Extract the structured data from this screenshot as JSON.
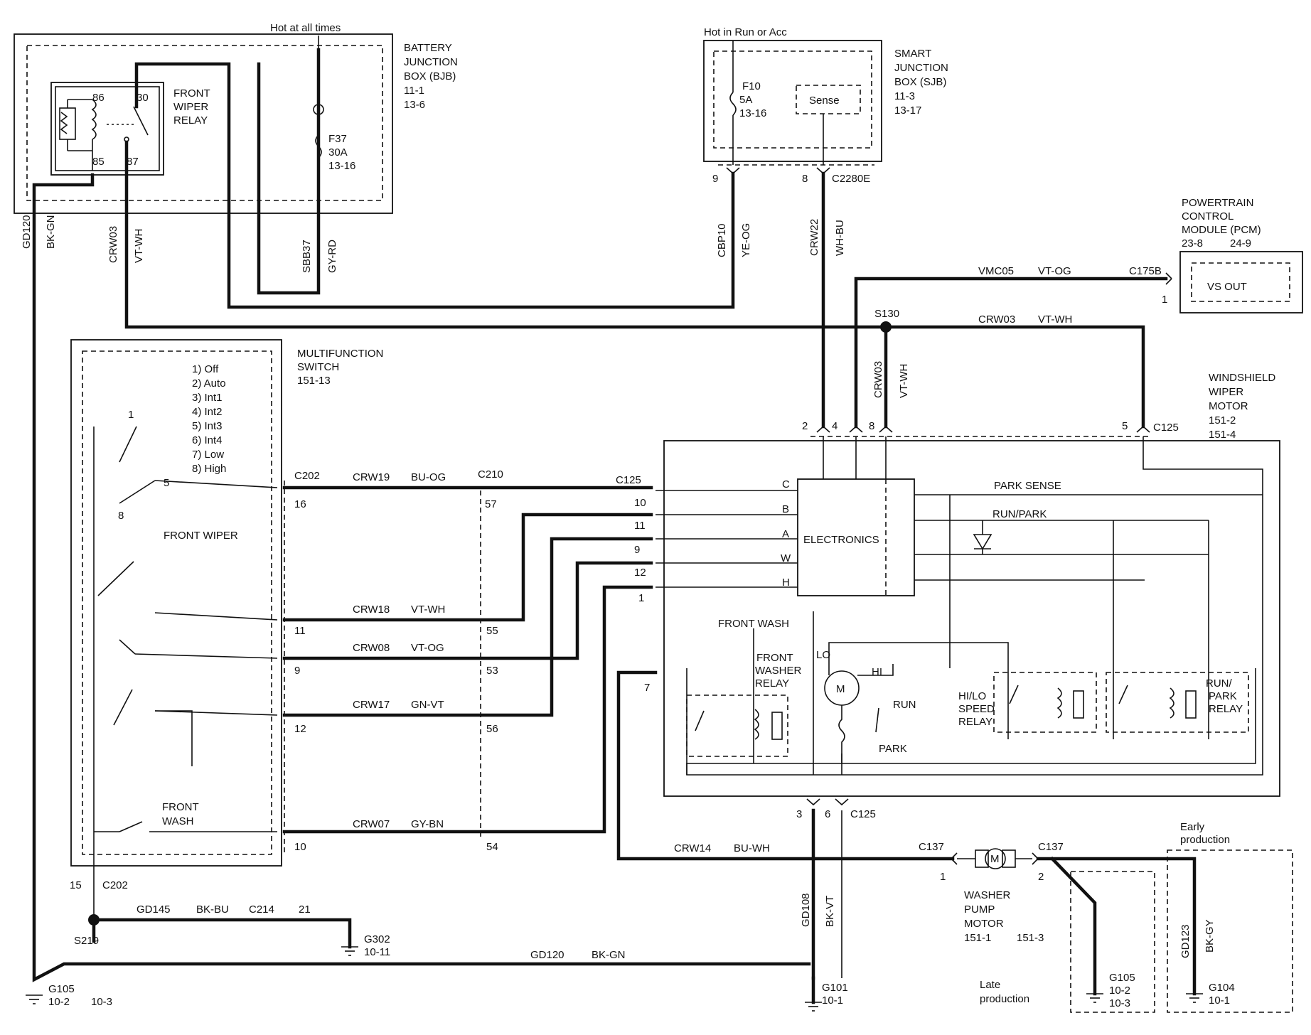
{
  "labels": {
    "hot_always": "Hot at all times",
    "hot_run": "Hot in Run or Acc",
    "bjb": [
      "BATTERY",
      "JUNCTION",
      "BOX (BJB)",
      "11-1",
      "13-6"
    ],
    "sjb": [
      "SMART",
      "JUNCTION",
      "BOX (SJB)",
      "11-3",
      "13-17"
    ],
    "pcm": [
      "POWERTRAIN",
      "CONTROL",
      "MODULE (PCM)"
    ],
    "pcm_refs": [
      "23-8",
      "24-9"
    ],
    "vs_out": "VS OUT",
    "relay": [
      "FRONT",
      "WIPER",
      "RELAY"
    ],
    "relay_pins": [
      "86",
      "30",
      "85",
      "87"
    ],
    "f37": [
      "F37",
      "30A",
      "13-16"
    ],
    "f10": [
      "F10",
      "5A",
      "13-16"
    ],
    "sense": "Sense",
    "mfs": [
      "MULTIFUNCTION",
      "SWITCH",
      "151-13"
    ],
    "modes": [
      "1) Off",
      "2) Auto",
      "3) Int1",
      "4) Int2",
      "5) Int3",
      "6) Int4",
      "7) Low",
      "8) High"
    ],
    "front_wiper": "FRONT WIPER",
    "front_wash": [
      "FRONT",
      "WASH"
    ],
    "wwm": [
      "WINDSHIELD",
      "WIPER",
      "MOTOR",
      "151-2",
      "151-4"
    ],
    "electronics": "ELECTRONICS",
    "park_sense": "PARK SENSE",
    "run_park": "RUN/PARK",
    "front_wash_int": "FRONT WASH",
    "fw_relay": [
      "FRONT",
      "WASHER",
      "RELAY"
    ],
    "hilo": [
      "HI/LO",
      "SPEED",
      "RELAY"
    ],
    "rp_relay": [
      "RUN/",
      "PARK",
      "RELAY"
    ],
    "motor": "M",
    "lo": "LO",
    "hi": "HI",
    "run": "RUN",
    "park": "PARK",
    "washer_pump": [
      "WASHER",
      "PUMP",
      "MOTOR",
      "151-1",
      "151-3"
    ],
    "early": [
      "Early",
      "production"
    ],
    "late": [
      "Late",
      "production"
    ],
    "connectors": {
      "c2280e": "C2280E",
      "c175b": "C175B",
      "s130": "S130",
      "c125": "C125",
      "c202": "C202",
      "c210": "C210",
      "s219": "S219",
      "c214": "C214",
      "c137": "C137"
    },
    "grounds": {
      "g302": [
        "G302",
        "10-11"
      ],
      "g105": [
        "G105",
        "10-2",
        "10-3"
      ],
      "g101": [
        "G101",
        "10-1"
      ],
      "g105b": [
        "G105",
        "10-2",
        "10-3"
      ],
      "g104": [
        "G104",
        "10-1"
      ]
    },
    "internal_pins": [
      "C",
      "B",
      "A",
      "W",
      "H"
    ]
  },
  "wires": {
    "gd120": "GD120",
    "bk_gn": "BK-GN",
    "crw03": "CRW03",
    "vt_wh": "VT-WH",
    "sbb37": "SBB37",
    "gy_rd": "GY-RD",
    "cbp10": "CBP10",
    "ye_og": "YE-OG",
    "crw22": "CRW22",
    "wh_bu": "WH-BU",
    "vmc05": "VMC05",
    "vt_og": "VT-OG",
    "crw19": "CRW19",
    "bu_og": "BU-OG",
    "crw18": "CRW18",
    "crw08": "CRW08",
    "crw17": "CRW17",
    "gn_vt": "GN-VT",
    "crw07": "CRW07",
    "gy_bn": "GY-BN",
    "crw14": "CRW14",
    "bu_wh": "BU-WH",
    "gd145": "GD145",
    "bk_bu": "BK-BU",
    "gd108": "GD108",
    "bk_vt": "BK-VT",
    "gd123": "GD123",
    "bk_gy": "BK-GY"
  },
  "pins": {
    "p9": "9",
    "p8": "8",
    "p1": "1",
    "p2": "2",
    "p4": "4",
    "p5": "5",
    "p16": "16",
    "p57": "57",
    "p10": "10",
    "p11": "11",
    "p12": "12",
    "p55": "55",
    "p53": "53",
    "p56": "56",
    "p54": "54",
    "p7": "7",
    "p15": "15",
    "p21": "21",
    "p3": "3",
    "p6": "6"
  }
}
